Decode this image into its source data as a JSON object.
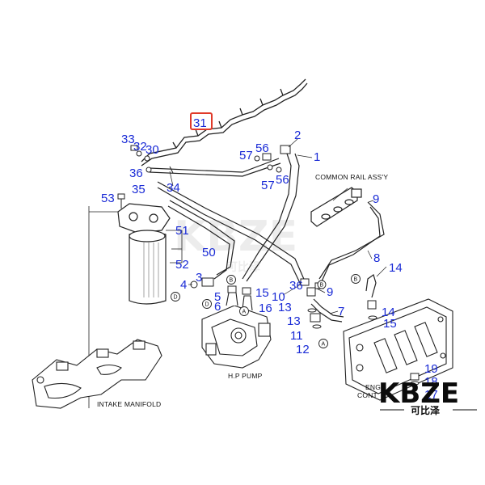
{
  "labels": {
    "common_rail": "COMMON RAIL ASS'Y",
    "hp_pump": "H.P PUMP",
    "intake_manifold": "INTAKE MANIFOLD",
    "engine_controller_1": "ENGI",
    "engine_controller_2": "CONT"
  },
  "callouts": {
    "n31": "31",
    "n33": "33",
    "n32": "32",
    "n30": "30",
    "n2": "2",
    "n57a": "57",
    "n56a": "56",
    "n1": "1",
    "n36a": "36",
    "n34": "34",
    "n56b": "56",
    "n57b": "57",
    "n53": "53",
    "n35": "35",
    "n9a": "9",
    "n51": "51",
    "n50": "50",
    "n52": "52",
    "n8": "8",
    "n14a": "14",
    "n4": "4",
    "n3": "3",
    "n5": "5",
    "n6": "6",
    "n15a": "15",
    "n16": "16",
    "n10": "10",
    "n36b": "36",
    "n9b": "9",
    "n13a": "13",
    "n7": "7",
    "n13b": "13",
    "n11": "11",
    "n12": "12",
    "n14b": "14",
    "n15b": "15",
    "n19": "19",
    "n18": "18",
    "n17": "17"
  },
  "markers": {
    "A": "A",
    "B": "B",
    "D": "D"
  },
  "watermark": {
    "text": "KBZE",
    "subtitle": "可比泽",
    "color_main": "#0b0b0b",
    "color_light": "#c8c8c8"
  },
  "colors": {
    "callout": "#1a2bd6",
    "highlight": "#e03a2a",
    "line": "#222222"
  }
}
